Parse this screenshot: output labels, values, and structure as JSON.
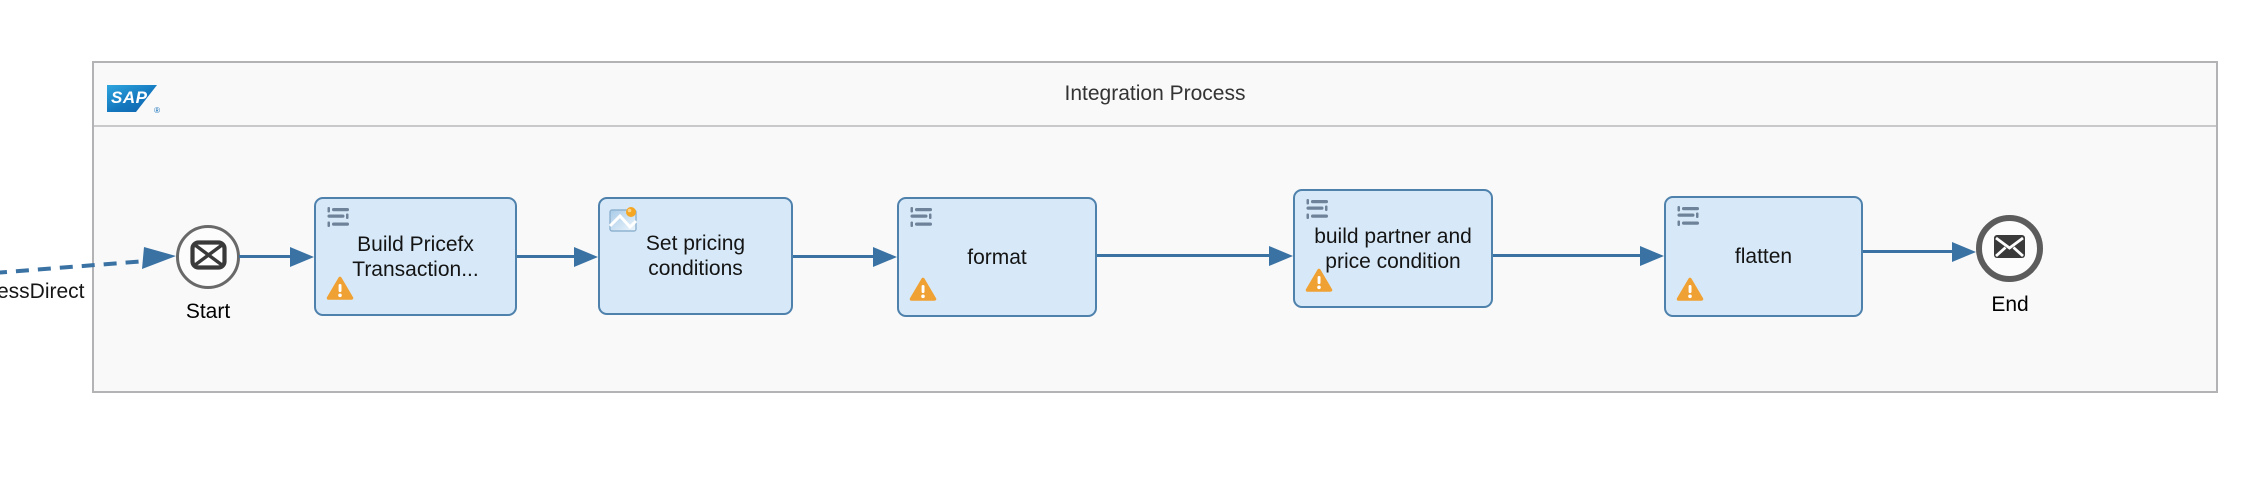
{
  "app": {
    "brand": "SAP"
  },
  "process": {
    "title": "Integration Process",
    "incoming_flow_label": "essDirect",
    "start_label": "Start",
    "end_label": "End",
    "steps": [
      {
        "label": "Build Pricefx Transaction...",
        "icon": "script-lines-icon",
        "warning": true
      },
      {
        "label": "Set pricing conditions",
        "icon": "picture-message-icon",
        "warning": false
      },
      {
        "label": "format",
        "icon": "script-lines-icon",
        "warning": true
      },
      {
        "label": "build partner and price condition",
        "icon": "script-lines-icon",
        "warning": true
      },
      {
        "label": "flatten",
        "icon": "script-lines-icon",
        "warning": true
      }
    ],
    "colors": {
      "step_fill": "#d7e9f8",
      "step_border": "#4e81ac",
      "connector": "#3a72a4",
      "warning": "#f0a133",
      "container_fill": "#f9f9f9",
      "container_border": "#b3b3b6",
      "sap_blue": "#0e6cb8"
    }
  }
}
